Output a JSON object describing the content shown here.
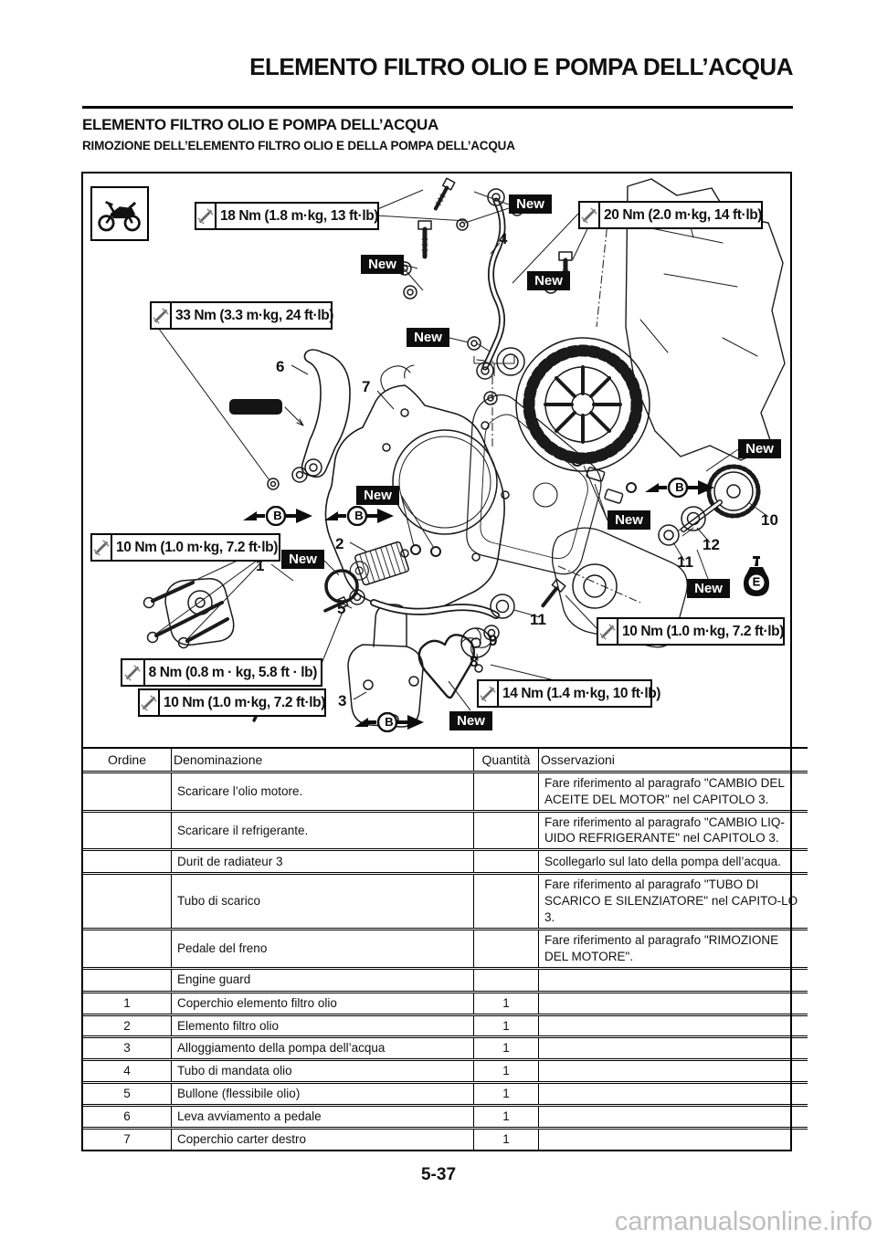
{
  "page": {
    "running_head": "ELEMENTO FILTRO OLIO E POMPA DELL’ACQUA",
    "section_title": "ELEMENTO FILTRO OLIO E POMPA DELL’ACQUA",
    "subsection_title": "RIMOZIONE DELL’ELEMENTO FILTRO OLIO E DELLA POMPA DELL’ACQUA",
    "page_number": "5-37",
    "watermark": "carmanualsonline.info"
  },
  "diagram": {
    "torque_callouts": [
      {
        "text": "18 Nm (1.8 m·kg, 13 ft·lb)"
      },
      {
        "text": "20 Nm (2.0 m·kg, 14 ft·lb)"
      },
      {
        "text": "33 Nm (3.3 m·kg, 24 ft·lb)"
      },
      {
        "text": "10 Nm (1.0 m·kg, 7.2 ft·lb)"
      },
      {
        "text": "8 Nm (0.8 m · kg, 5.8 ft · lb)"
      },
      {
        "text": "10 Nm (1.0 m·kg, 7.2 ft·lb)"
      },
      {
        "text": "10 Nm (1.0 m·kg, 7.2 ft·lb)"
      },
      {
        "text": "14 Nm (1.4 m·kg, 10 ft·lb)"
      }
    ],
    "new_labels": [
      {
        "text": "New"
      },
      {
        "text": "New"
      },
      {
        "text": "New"
      },
      {
        "text": "New"
      },
      {
        "text": "New"
      },
      {
        "text": "New"
      },
      {
        "text": "New"
      },
      {
        "text": "New"
      },
      {
        "text": "New"
      },
      {
        "text": "New"
      }
    ],
    "part_numbers": [
      "4",
      "6",
      "7",
      "2",
      "1",
      "5",
      "3",
      "11",
      "9",
      "8",
      "10",
      "12",
      "11"
    ],
    "grease_symbol": "B",
    "oil_symbol": "E"
  },
  "table": {
    "headers": [
      "Ordine",
      "Denominazione",
      "Quantità",
      "Osservazioni"
    ],
    "rows": [
      {
        "ordine": "",
        "den": "Scaricare l’olio motore.",
        "qty": "",
        "obs": "Fare riferimento al paragrafo \"CAMBIO DEL ACEITE DEL MOTOR\" nel CAPITOLO 3."
      },
      {
        "ordine": "",
        "den": "Scaricare il refrigerante.",
        "qty": "",
        "obs": "Fare riferimento al paragrafo \"CAMBIO LIQ-UIDO REFRIGERANTE\" nel CAPITOLO 3."
      },
      {
        "ordine": "",
        "den": "Durit de radiateur 3",
        "qty": "",
        "obs": "Scollegarlo sul lato della pompa dell’acqua."
      },
      {
        "ordine": "",
        "den": "Tubo di scarico",
        "qty": "",
        "obs": "Fare riferimento al paragrafo \"TUBO DI SCARICO E SILENZIATORE\" nel CAPITO-LO 3."
      },
      {
        "ordine": "",
        "den": "Pedale del freno",
        "qty": "",
        "obs": "Fare riferimento al paragrafo \"RIMOZIONE DEL MOTORE\"."
      },
      {
        "ordine": "",
        "den": "Engine guard",
        "qty": "",
        "obs": ""
      },
      {
        "ordine": "1",
        "den": "Coperchio elemento filtro olio",
        "qty": "1",
        "obs": ""
      },
      {
        "ordine": "2",
        "den": "Elemento filtro olio",
        "qty": "1",
        "obs": ""
      },
      {
        "ordine": "3",
        "den": "Alloggiamento della pompa dell’acqua",
        "qty": "1",
        "obs": ""
      },
      {
        "ordine": "4",
        "den": "Tubo di mandata olio",
        "qty": "1",
        "obs": ""
      },
      {
        "ordine": "5",
        "den": "Bullone (flessibile olio)",
        "qty": "1",
        "obs": ""
      },
      {
        "ordine": "6",
        "den": "Leva avviamento a pedale",
        "qty": "1",
        "obs": ""
      },
      {
        "ordine": "7",
        "den": "Coperchio carter destro",
        "qty": "1",
        "obs": ""
      }
    ]
  }
}
